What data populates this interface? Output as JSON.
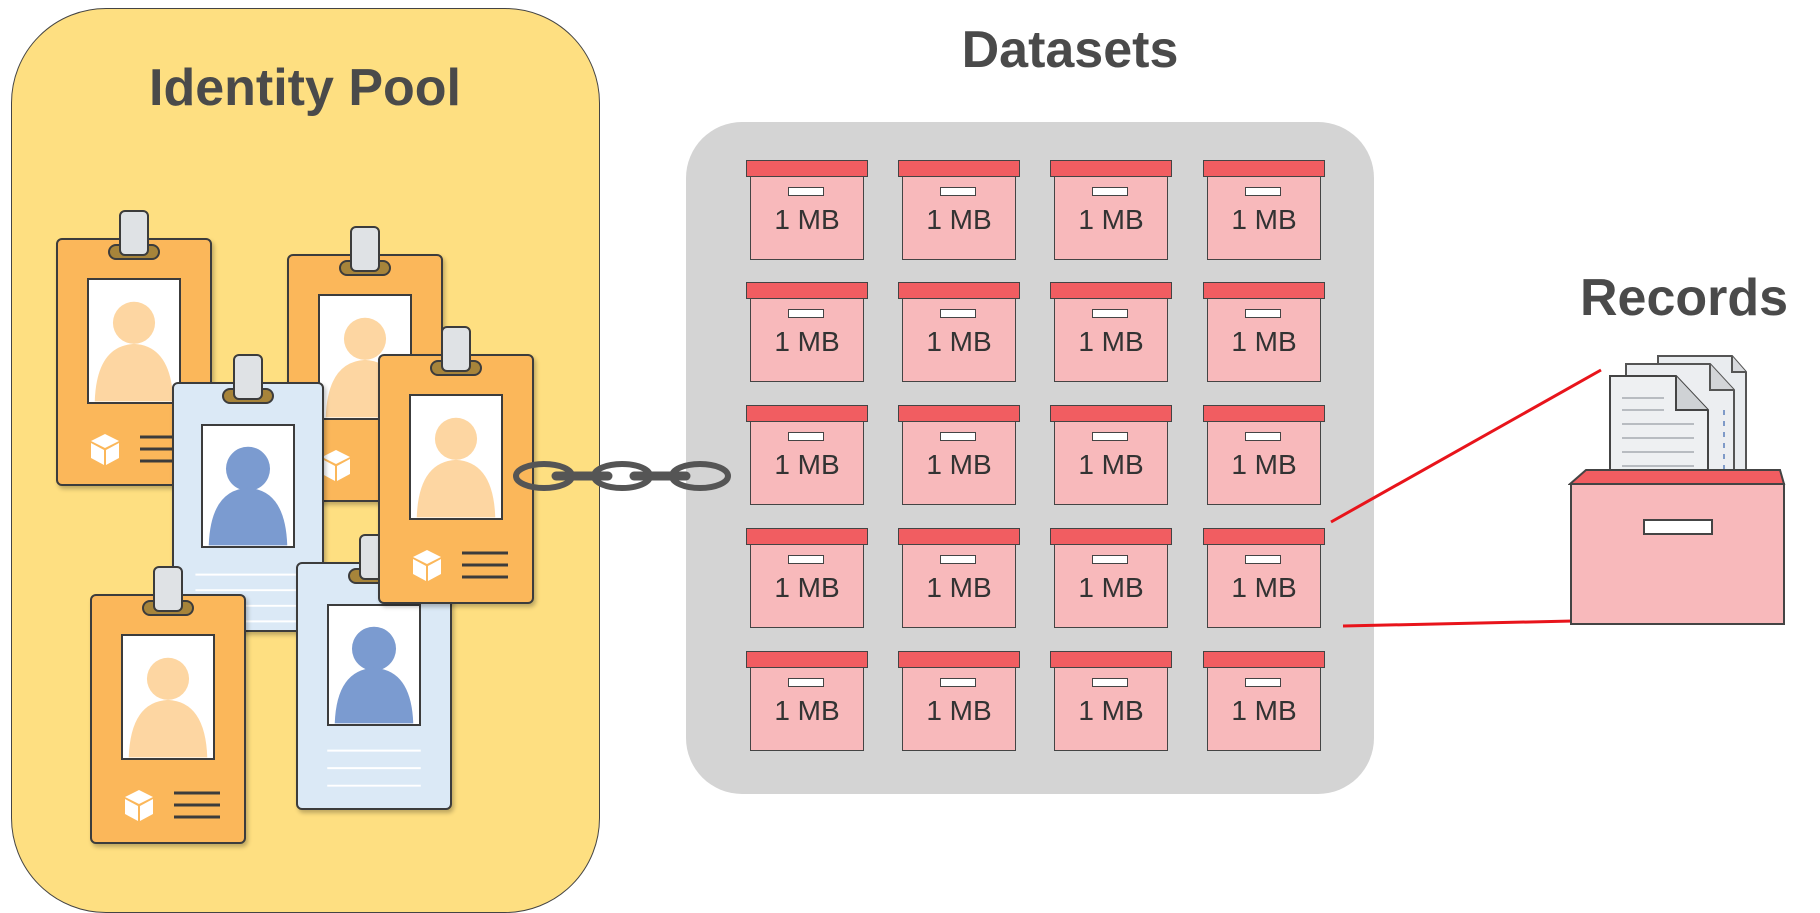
{
  "identity_pool": {
    "title": "Identity Pool"
  },
  "datasets": {
    "title": "Datasets",
    "box_label": "1 MB",
    "boxes": [
      "1 MB",
      "1 MB",
      "1 MB",
      "1 MB",
      "1 MB",
      "1 MB",
      "1 MB",
      "1 MB",
      "1 MB",
      "1 MB",
      "1 MB",
      "1 MB",
      "1 MB",
      "1 MB",
      "1 MB",
      "1 MB",
      "1 MB",
      "1 MB",
      "1 MB",
      "1 MB"
    ]
  },
  "records": {
    "title": "Records"
  },
  "colors": {
    "pool_bg": "#fedf81",
    "badge_orange": "#fbb75a",
    "badge_blue": "#dbe9f6",
    "panel_gray": "#d4d4d4",
    "box_lid": "#f15d61",
    "box_body": "#f8b9bb",
    "connector_red": "#e8141b"
  },
  "icons": [
    "id-badge-icon",
    "chain-link-icon",
    "storage-box-icon",
    "document-stack-icon"
  ]
}
